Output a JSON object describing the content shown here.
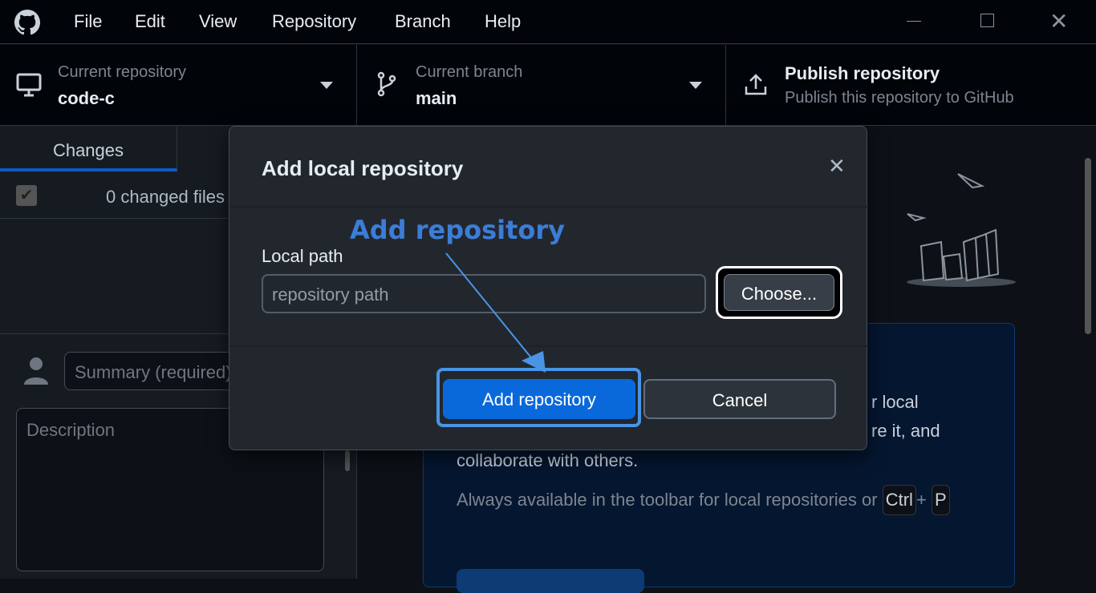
{
  "menu": {
    "items": [
      "File",
      "Edit",
      "View",
      "Repository",
      "Branch",
      "Help"
    ]
  },
  "toolbar": {
    "repo": {
      "label": "Current repository",
      "value": "code-c"
    },
    "branch": {
      "label": "Current branch",
      "value": "main"
    },
    "publish": {
      "title": "Publish repository",
      "subtitle": "Publish this repository to GitHub"
    }
  },
  "sidebar": {
    "tab_changes": "Changes",
    "changed_files": "0 changed files",
    "summary_placeholder": "Summary (required)",
    "description_placeholder": "Description"
  },
  "main": {
    "line1": "r local",
    "line2": "re it, and",
    "line3": "collaborate with others.",
    "hint": "Always available in the toolbar for local repositories or",
    "key1": "Ctrl",
    "plus": "+",
    "key2": "P"
  },
  "dialog": {
    "title": "Add local repository",
    "local_path_label": "Local path",
    "path_placeholder": "repository path",
    "choose": "Choose...",
    "add": "Add repository",
    "cancel": "Cancel"
  },
  "annotation": {
    "text": "Add repository",
    "color": "#3b7dd8"
  },
  "colors": {
    "accent": "#0969da",
    "tab_underline": "#1158c7"
  }
}
